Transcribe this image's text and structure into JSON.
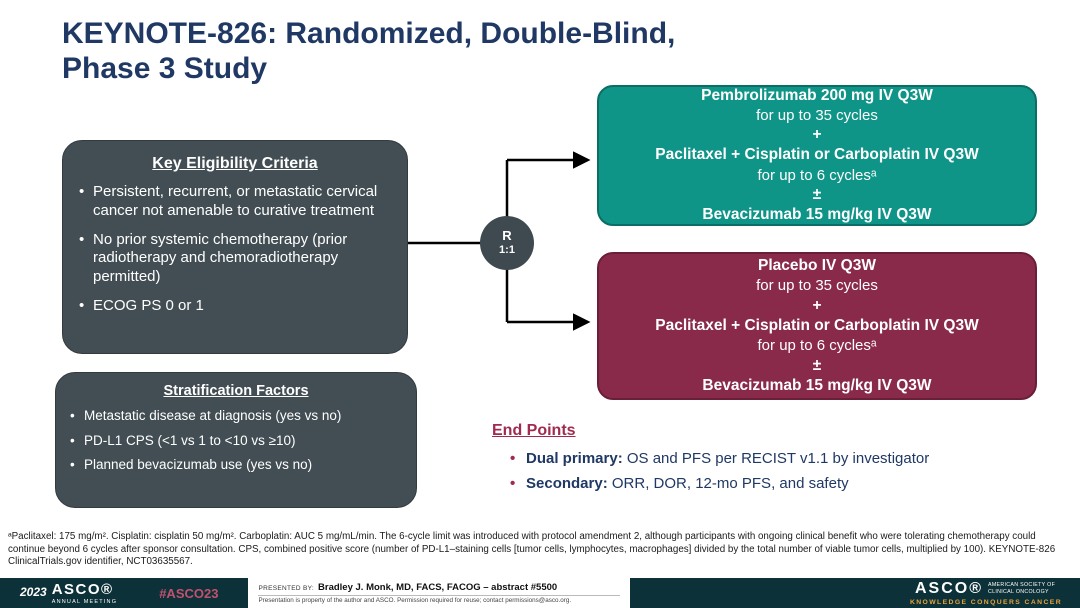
{
  "slide": {
    "title": "KEYNOTE-826: Randomized, Double-Blind,\nPhase 3 Study"
  },
  "eligibility": {
    "heading": "Key Eligibility Criteria",
    "bullets": [
      "Persistent, recurrent, or metastatic cervical cancer not amenable to curative treatment",
      "No prior systemic chemotherapy (prior radiotherapy and chemoradiotherapy permitted)",
      "ECOG PS 0 or 1"
    ]
  },
  "stratification": {
    "heading": "Stratification Factors",
    "bullets": [
      "Metastatic disease at diagnosis (yes vs no)",
      "PD-L1 CPS (<1 vs 1 to <10 vs ≥10)",
      "Planned bevacizumab use (yes vs no)"
    ]
  },
  "randomization": {
    "letter": "R",
    "ratio": "1:1"
  },
  "arms": {
    "pembrolizumab": {
      "lines": [
        "Pembrolizumab 200 mg IV Q3W",
        "for up to 35 cycles",
        "+",
        "Paclitaxel + Cisplatin or Carboplatin IV Q3W",
        "for up to 6 cyclesᵃ",
        "±",
        "Bevacizumab 15 mg/kg IV Q3W"
      ]
    },
    "placebo": {
      "lines": [
        "Placebo IV Q3W",
        "for up to 35 cycles",
        "+",
        "Paclitaxel + Cisplatin or Carboplatin IV Q3W",
        "for up to 6 cyclesᵃ",
        "±",
        "Bevacizumab 15 mg/kg IV Q3W"
      ]
    }
  },
  "endpoints": {
    "heading": "End Points",
    "items": [
      {
        "label": "Dual primary:",
        "text": " OS and PFS per RECIST v1.1 by investigator"
      },
      {
        "label": "Secondary:",
        "text": " ORR, DOR, 12-mo PFS, and safety"
      }
    ]
  },
  "footnote": "ᵃPaclitaxel: 175 mg/m². Cisplatin: cisplatin 50 mg/m². Carboplatin: AUC 5 mg/mL/min. The 6-cycle limit was introduced with protocol amendment 2, although participants with ongoing clinical benefit who were tolerating chemotherapy could continue beyond 6 cycles after sponsor consultation. CPS, combined positive score (number of PD-L1–staining cells [tumor cells, lymphocytes, macrophages] divided by the total number of viable tumor cells, multiplied by 100). KEYNOTE-826 ClinicalTrials.gov identifier, NCT03635567.",
  "footer": {
    "year": "2023",
    "meeting_name": "ASCO®",
    "meeting_sub": "ANNUAL MEETING",
    "hashtag": "#ASCO23",
    "presented_by": "Presented By:",
    "presenter": "Bradley J. Monk, MD, FACS, FACOG – abstract #5500",
    "disclaimer": "Presentation is property of the author and ASCO. Permission required for reuse; contact permissions@asco.org.",
    "asco": "ASCO®",
    "asco_society": "AMERICAN SOCIETY OF CLINICAL ONCOLOGY",
    "tagline": "KNOWLEDGE CONQUERS CANCER"
  },
  "colors": {
    "title_navy": "#1F3864",
    "box_gray": "#424E54",
    "arm_teal": "#0F9488",
    "arm_maroon": "#8A2A4A",
    "endpoint_red": "#A02B50",
    "footer_bg": "#0D3138",
    "hashtag_rose": "#C2516F",
    "tagline_gold": "#E8A33D"
  }
}
